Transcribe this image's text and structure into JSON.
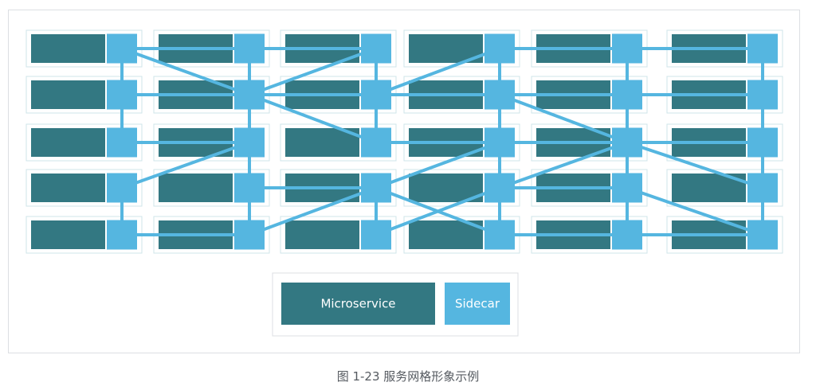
{
  "legend": {
    "microservice_label": "Microservice",
    "sidecar_label": "Sidecar"
  },
  "caption": "图 1-23 服务网格形象示例",
  "colors": {
    "microservice": "#337882",
    "sidecar": "#55b6e0",
    "link": "#55b6e0",
    "pod_border": "#cfe4ea",
    "frame_border": "#dcdfe3"
  },
  "mesh": {
    "columns": 6,
    "rows": 5,
    "links": [
      [
        [
          1,
          1
        ],
        [
          2,
          1
        ]
      ],
      [
        [
          2,
          1
        ],
        [
          3,
          1
        ]
      ],
      [
        [
          4,
          1
        ],
        [
          5,
          1
        ]
      ],
      [
        [
          5,
          1
        ],
        [
          6,
          1
        ]
      ],
      [
        [
          1,
          2
        ],
        [
          2,
          2
        ]
      ],
      [
        [
          2,
          2
        ],
        [
          3,
          2
        ]
      ],
      [
        [
          3,
          2
        ],
        [
          4,
          2
        ]
      ],
      [
        [
          4,
          2
        ],
        [
          5,
          2
        ]
      ],
      [
        [
          5,
          2
        ],
        [
          6,
          2
        ]
      ],
      [
        [
          1,
          3
        ],
        [
          2,
          3
        ]
      ],
      [
        [
          3,
          3
        ],
        [
          4,
          3
        ]
      ],
      [
        [
          4,
          3
        ],
        [
          5,
          3
        ]
      ],
      [
        [
          5,
          3
        ],
        [
          6,
          3
        ]
      ],
      [
        [
          2,
          4
        ],
        [
          3,
          4
        ]
      ],
      [
        [
          4,
          4
        ],
        [
          5,
          4
        ]
      ],
      [
        [
          1,
          5
        ],
        [
          2,
          5
        ]
      ],
      [
        [
          4,
          5
        ],
        [
          5,
          5
        ]
      ],
      [
        [
          5,
          5
        ],
        [
          6,
          5
        ]
      ],
      [
        [
          1,
          1
        ],
        [
          1,
          3
        ]
      ],
      [
        [
          1,
          4
        ],
        [
          1,
          5
        ]
      ],
      [
        [
          2,
          1
        ],
        [
          2,
          5
        ]
      ],
      [
        [
          3,
          1
        ],
        [
          3,
          3
        ]
      ],
      [
        [
          3,
          4
        ],
        [
          3,
          5
        ]
      ],
      [
        [
          4,
          1
        ],
        [
          4,
          5
        ]
      ],
      [
        [
          5,
          1
        ],
        [
          5,
          5
        ]
      ],
      [
        [
          6,
          1
        ],
        [
          6,
          5
        ]
      ],
      [
        [
          1,
          1
        ],
        [
          2,
          2
        ]
      ],
      [
        [
          2,
          2
        ],
        [
          3,
          1
        ]
      ],
      [
        [
          2,
          2
        ],
        [
          3,
          3
        ]
      ],
      [
        [
          3,
          2
        ],
        [
          4,
          1
        ]
      ],
      [
        [
          1,
          4
        ],
        [
          2,
          3
        ]
      ],
      [
        [
          2,
          5
        ],
        [
          3,
          4
        ]
      ],
      [
        [
          3,
          4
        ],
        [
          4,
          3
        ]
      ],
      [
        [
          3,
          4
        ],
        [
          4,
          5
        ]
      ],
      [
        [
          3,
          5
        ],
        [
          4,
          4
        ]
      ],
      [
        [
          4,
          4
        ],
        [
          5,
          3
        ]
      ],
      [
        [
          4,
          4
        ],
        [
          5,
          4
        ]
      ],
      [
        [
          4,
          2
        ],
        [
          5,
          3
        ]
      ],
      [
        [
          5,
          3
        ],
        [
          6,
          4
        ]
      ],
      [
        [
          5,
          4
        ],
        [
          6,
          5
        ]
      ],
      [
        [
          6,
          4
        ],
        [
          6,
          5
        ]
      ]
    ]
  }
}
